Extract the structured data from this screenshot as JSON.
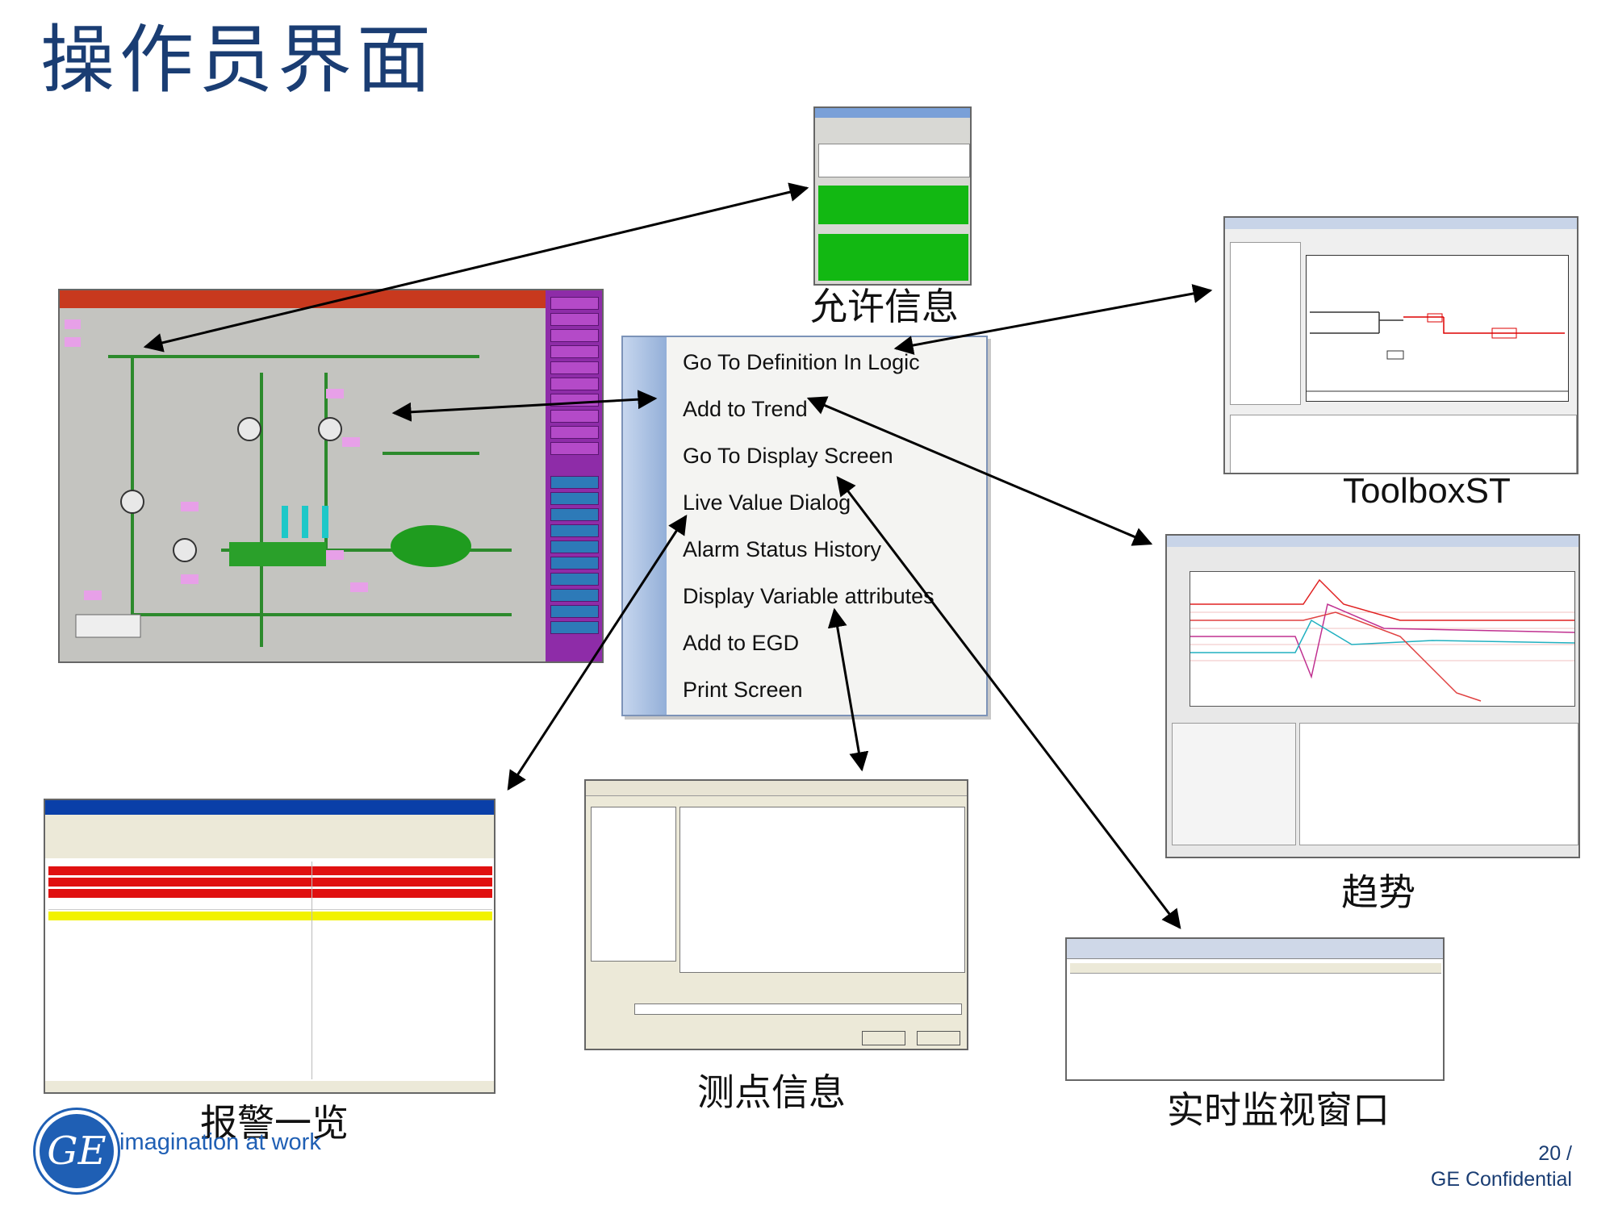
{
  "slide": {
    "title": "操作员界面",
    "page_number": "20 /",
    "confidential": "GE Confidential",
    "logo_text": "GE",
    "tagline": "imagination at work"
  },
  "captions": {
    "permissives": "允许信息",
    "toolbox": "ToolboxST",
    "trend": "趋势",
    "alarm_list": "报警一览",
    "point_info": "测点信息",
    "watch_window": "实时监视窗口"
  },
  "context_menu": {
    "items": [
      {
        "label": "Go To Definition In Logic"
      },
      {
        "label": "Add to Trend"
      },
      {
        "label": "Go To Display Screen"
      },
      {
        "label": "Live Value Dialog"
      },
      {
        "label": "Alarm Status History"
      },
      {
        "label": "Display Variable attributes"
      },
      {
        "label": "Add to EGD"
      },
      {
        "label": "Print Screen"
      }
    ]
  },
  "colors": {
    "title_blue": "#1a3d73",
    "ge_blue": "#1f5fb4",
    "alarm_red": "#e01010",
    "alarm_yellow": "#f2f200",
    "permissive_green": "#12b812"
  },
  "icons": [
    "ge-logo-icon",
    "arrow-icon"
  ]
}
